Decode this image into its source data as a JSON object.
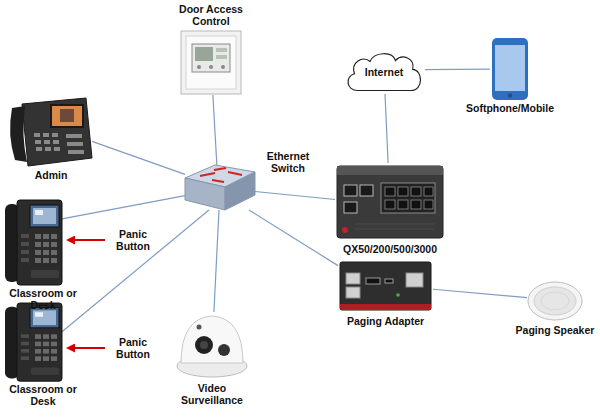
{
  "diagram": {
    "nodes": [
      {
        "text": [
          "Door Access Control"
        ]
      },
      {
        "text": [
          "Internet"
        ]
      },
      {
        "text": [
          "Softphone/Mobile"
        ]
      },
      {
        "text": [
          "Admin"
        ]
      },
      {
        "text": [
          "Ethernet Switch"
        ]
      },
      {
        "text": [
          "QX50/200/500/3000"
        ]
      },
      {
        "text": [
          "Classroom or Desk"
        ]
      },
      {
        "text": [
          "Paging Adapter"
        ]
      },
      {
        "text": [
          "Paging Speaker"
        ]
      },
      {
        "text": [
          "Classroom or Desk"
        ]
      },
      {
        "text": [
          "Video Surveillance"
        ]
      }
    ],
    "edges": [
      {
        "from": 0,
        "to": 4,
        "arrow": "none"
      },
      {
        "from": 3,
        "to": 4,
        "arrow": "none"
      },
      {
        "from": 6,
        "to": 4,
        "arrow": "none"
      },
      {
        "from": 9,
        "to": 4,
        "arrow": "none"
      },
      {
        "from": 10,
        "to": 4,
        "arrow": "none"
      },
      {
        "from": 4,
        "to": 5,
        "arrow": "none"
      },
      {
        "from": 4,
        "to": 7,
        "arrow": "none"
      },
      {
        "from": 5,
        "to": 1,
        "arrow": "none"
      },
      {
        "from": 1,
        "to": 2,
        "arrow": "none"
      },
      {
        "from": 7,
        "to": 8,
        "arrow": "none"
      }
    ],
    "labels": [
      "Panic Button",
      "Panic Button"
    ]
  }
}
